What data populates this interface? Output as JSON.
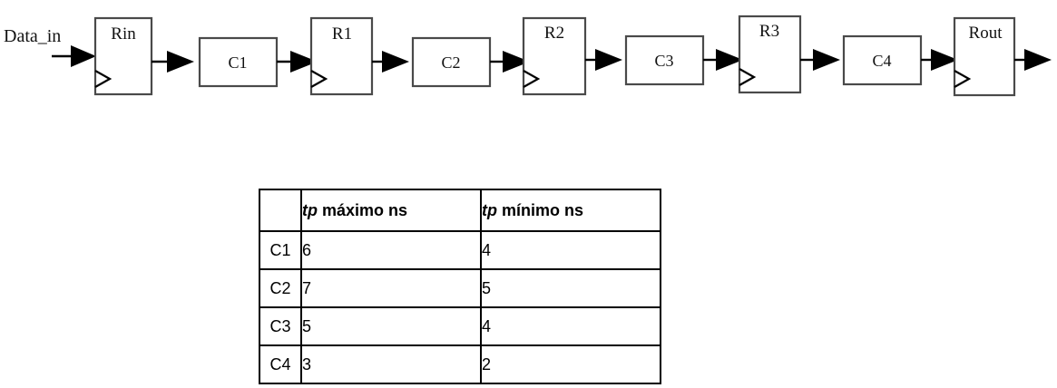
{
  "diagram": {
    "input_label": "Data_in",
    "stages": [
      {
        "name": "Rin",
        "kind": "register"
      },
      {
        "name": "C1",
        "kind": "combinational"
      },
      {
        "name": "R1",
        "kind": "register"
      },
      {
        "name": "C2",
        "kind": "combinational"
      },
      {
        "name": "R2",
        "kind": "register"
      },
      {
        "name": "C3",
        "kind": "combinational"
      },
      {
        "name": "R3",
        "kind": "register"
      },
      {
        "name": "C4",
        "kind": "combinational"
      },
      {
        "name": "Rout",
        "kind": "register"
      }
    ],
    "colors": {
      "box_stroke": "#4a4a4a",
      "wire": "#000000",
      "text": "#111111"
    }
  },
  "table": {
    "corner_label": "",
    "columns": [
      {
        "symbol": "tp",
        "rest": " máximo ns"
      },
      {
        "symbol": "tp",
        "rest": " mínimo ns"
      }
    ],
    "rows": [
      {
        "label": "C1",
        "max": "6",
        "min": "4"
      },
      {
        "label": "C2",
        "max": "7",
        "min": "5"
      },
      {
        "label": "C3",
        "max": "5",
        "min": "4"
      },
      {
        "label": "C4",
        "max": "3",
        "min": "2"
      }
    ]
  }
}
